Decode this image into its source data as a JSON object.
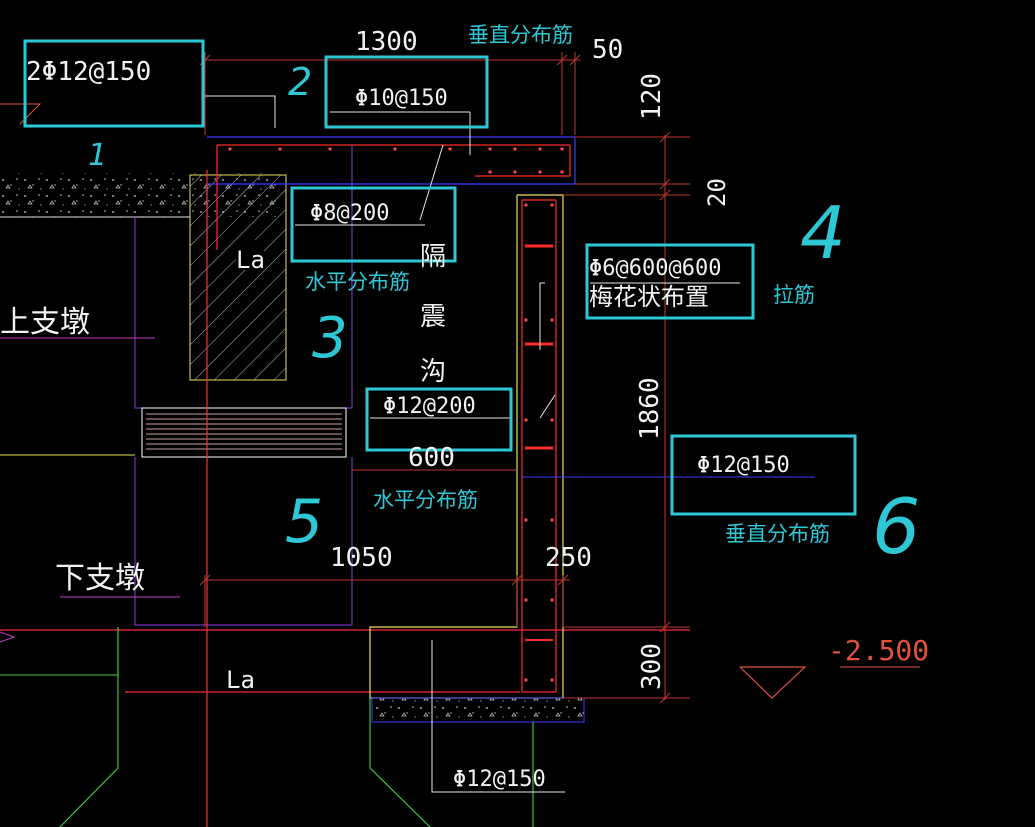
{
  "colors": {
    "background": "#000000",
    "cad_text": "#f2f2f2",
    "annotation": "#2ec7d6",
    "rebar": "#ff2b2b",
    "dimension": "#c0392b",
    "outline_blue": "#3b3bff",
    "outline_purple": "#8a3be8",
    "outline_green": "#3fd13f",
    "concrete_yellow": "#e6e05a",
    "elevation": "#e0533e"
  },
  "dimensions": {
    "d1300": "1300",
    "d50": "50",
    "d120": "120",
    "d20": "20",
    "d1860": "1860",
    "d600": "600",
    "d1050": "1050",
    "d250": "250",
    "d300": "300"
  },
  "rebar_labels": {
    "r1": "2Φ12@150",
    "r2": "Φ10@150",
    "r3": "Φ8@200",
    "r4": "Φ6@600@600",
    "r4_sub": "梅花状布置",
    "r5": "Φ12@200",
    "r6": "Φ12@150",
    "r7": "Φ12@150"
  },
  "structure_labels": {
    "upper_pier": "上支墩",
    "lower_pier": "下支墩",
    "la_top": "La",
    "la_bottom": "La",
    "gap_1": "隔",
    "gap_2": "震",
    "gap_3": "沟",
    "elevation": "-2.500"
  },
  "annotations": {
    "vertical_top": "垂直分布筋",
    "horizontal_3": "水平分布筋",
    "tie_4": "拉筋",
    "horizontal_5": "水平分布筋",
    "vertical_6": "垂直分布筋"
  },
  "markers": {
    "m1": "1",
    "m2": "2",
    "m3": "3",
    "m4": "4",
    "m5": "5",
    "m6": "6"
  }
}
